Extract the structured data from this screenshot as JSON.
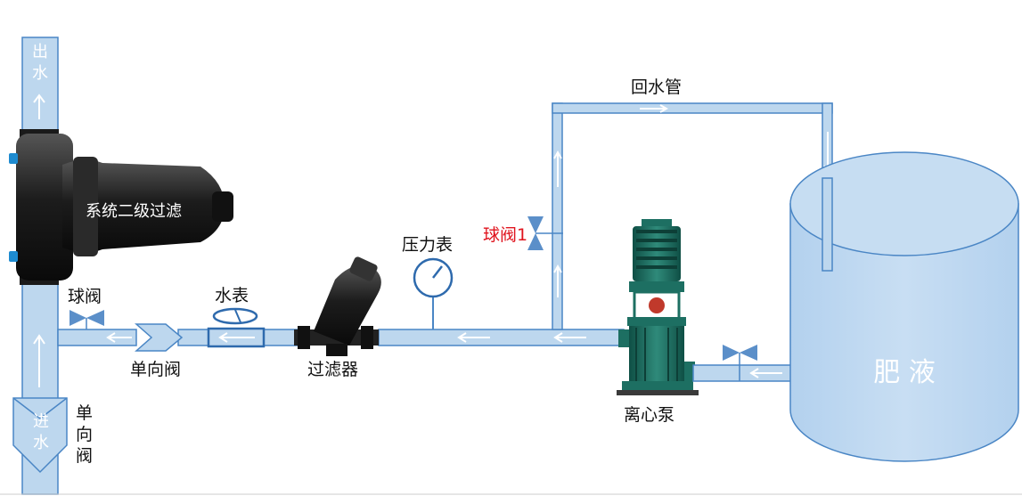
{
  "labels": {
    "outlet": "出水",
    "inlet": "进水",
    "secondary_filter": "系统二级过滤",
    "ball_valve": "球阀",
    "ball_valve_1": "球阀1",
    "water_meter": "水表",
    "check_valve": "单向阀",
    "check_valve_vertical": "单向阀",
    "filter": "过滤器",
    "pressure_gauge": "压力表",
    "return_pipe": "回水管",
    "centrifugal_pump": "离心泵",
    "fertilizer": "肥 液"
  },
  "colors": {
    "pipe_fill": "#bdd7ee",
    "pipe_stroke": "#4a86c5",
    "valve": "#5b8fc9",
    "tank_fill": "#bdd7ee",
    "red_label": "#e0141e",
    "pump_green": "#1d6f62"
  }
}
